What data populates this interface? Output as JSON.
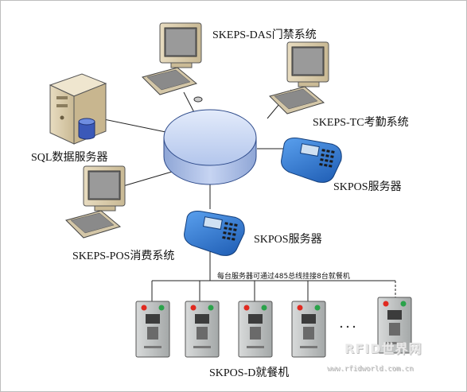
{
  "labels": {
    "das": "SKEPS-DAS门禁系统",
    "tc": "SKEPS-TC考勤系统",
    "sql": "SQL数据服务器",
    "skpos_right": "SKPOS服务器",
    "skpos_mid": "SKPOS服务器",
    "pos": "SKEPS-POS消费系统",
    "bus_note": "每台服务器可通过485总线挂接8台就餐机",
    "terminals": "SKPOS-D就餐机"
  },
  "watermark": {
    "logo": "RFID世界网",
    "url": "www.rfidworld.com.cn"
  },
  "colors": {
    "hub_fill": "#c5d4f2",
    "hub_edge": "#2d4a8a",
    "pos_device": "#2f72c9",
    "terminal_body": "#c2c4c4",
    "line": "#222222"
  }
}
